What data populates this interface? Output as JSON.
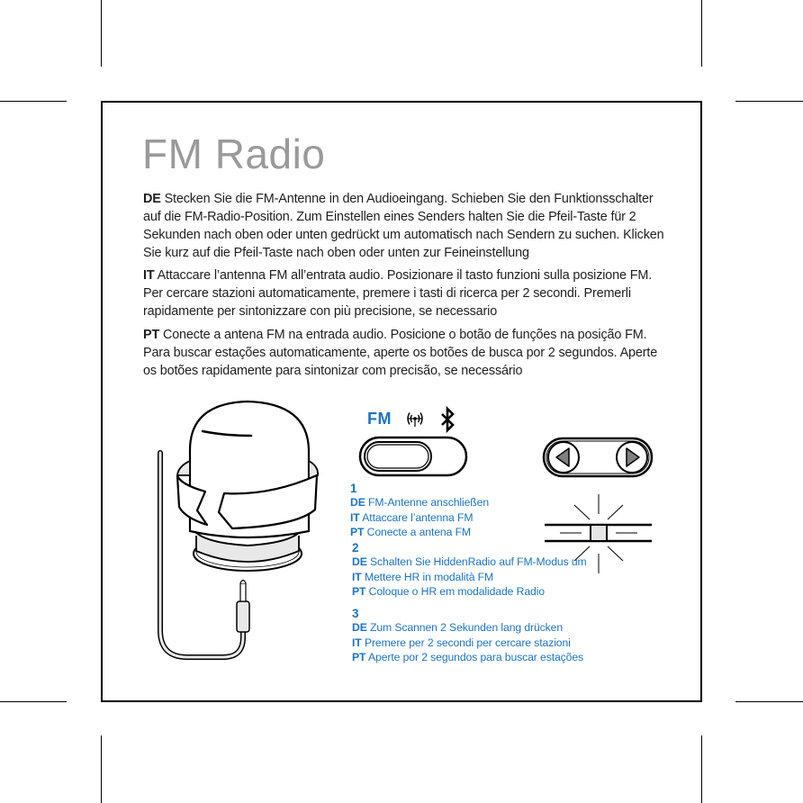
{
  "title": "FM Radio",
  "instructions": [
    {
      "lang": "DE",
      "text": "Stecken Sie die FM-Antenne in den Audioeingang. Schieben Sie den Funktionsschalter auf die FM-Radio-Position. Zum Einstellen eines Senders halten Sie die Pfeil-Taste für 2 Sekunden nach oben oder unten gedrückt um automatisch nach Sendern zu suchen. Klicken Sie kurz auf die Pfeil-Taste nach oben oder unten zur Feineinstellung"
    },
    {
      "lang": "IT",
      "text": "Attaccare l’antenna FM all’entrata audio. Posizionare il tasto funzioni sulla posizione FM. Per cercare stazioni automaticamente, premere i tasti di ricerca per 2 secondi. Premerli rapidamente per sintonizzare con più precisione, se necessario"
    },
    {
      "lang": "PT",
      "text": "Conecte a antena FM na entrada audio. Posicione o botão de funções na posição FM. Para buscar estações automaticamente, aperte os botões de busca por 2 segundos. Aperte os botões rapidamente para sintonizar com precisão, se necessário"
    }
  ],
  "switch": {
    "fm_label": "FM",
    "icons": [
      "radio-wave-icon",
      "bluetooth-icon"
    ]
  },
  "steps": [
    {
      "number": "1",
      "lines": [
        {
          "lang": "DE",
          "text": "FM-Antenne anschließen"
        },
        {
          "lang": "IT",
          "text": "Attaccare l’antenna FM"
        },
        {
          "lang": "PT",
          "text": "Conecte a antena FM"
        }
      ]
    },
    {
      "number": "2",
      "lines": [
        {
          "lang": "DE",
          "text": "Schalten Sie HiddenRadio auf FM-Modus um"
        },
        {
          "lang": "IT",
          "text": "Mettere HR in modalità FM"
        },
        {
          "lang": "PT",
          "text": "Coloque o HR em modalidade Radio"
        }
      ]
    },
    {
      "number": "3",
      "lines": [
        {
          "lang": "DE",
          "text": "Zum Scannen 2 Sekunden lang drücken"
        },
        {
          "lang": "IT",
          "text": "Premere per 2 secondi per cercare stazioni"
        },
        {
          "lang": "PT",
          "text": "Aperte por 2 segundos para buscar estações"
        }
      ]
    }
  ],
  "colors": {
    "accent_blue": "#1b73c4",
    "title_gray": "#9a9a9a",
    "fill_gray": "#e6e6e6"
  }
}
